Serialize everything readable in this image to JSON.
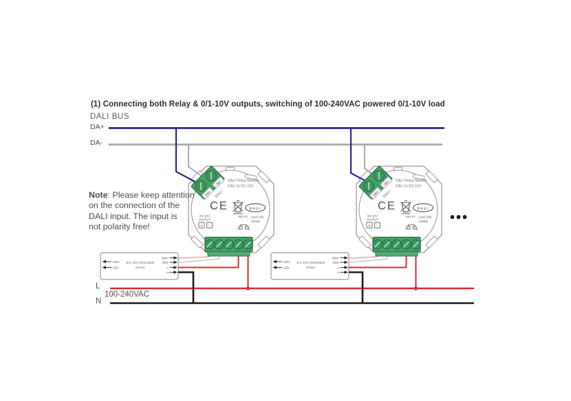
{
  "title": "(1) Connecting both Relay & 0/1-10V outputs, switching of 100-240VAC powered 0/1-10V load",
  "dali_bus": {
    "label": "DALI BUS",
    "da_plus": "DA+",
    "da_minus": "DA-"
  },
  "note": {
    "label": "Note",
    "line1_rest": ": Please keep attention",
    "line2": "on the connection of the",
    "line3": "DALI input. The input is",
    "line4": "not polarity free!"
  },
  "module": {
    "name_line1": "DALI Relay Module",
    "name_line2": "DALI to 0/1-10V",
    "ce": "CE",
    "logo": "DALI",
    "output_line1": "0/1-10V",
    "output_line2": "OUTPUT",
    "plus": "+",
    "minus": "-",
    "relay": "RELAY",
    "load_line1": "Load 300/",
    "load_line2": "1000W",
    "terminal": {
      "da_plus": "DA+",
      "da_minus": "DA-",
      "dali": "DALI"
    }
  },
  "driver": {
    "name_line1": "0/1-10V Dimmable",
    "name_line2": "Driver",
    "led_plus": "LED+",
    "led_minus": "LED-",
    "dim_plus": "DIM+",
    "dim_minus": "DIM-",
    "l": "L",
    "n": "N"
  },
  "mains": {
    "l": "L",
    "n": "N",
    "voltage": "100-240VAC"
  },
  "ellipsis": "•••",
  "colors": {
    "da_plus": "#26268E",
    "da_minus": "#A9A9A9",
    "live": "#D92B2B",
    "neutral": "#1A1A1A",
    "terminal_green": "#46A266",
    "signal_pink": "#E8A4A4",
    "signal_white": "#CFCFCF"
  }
}
